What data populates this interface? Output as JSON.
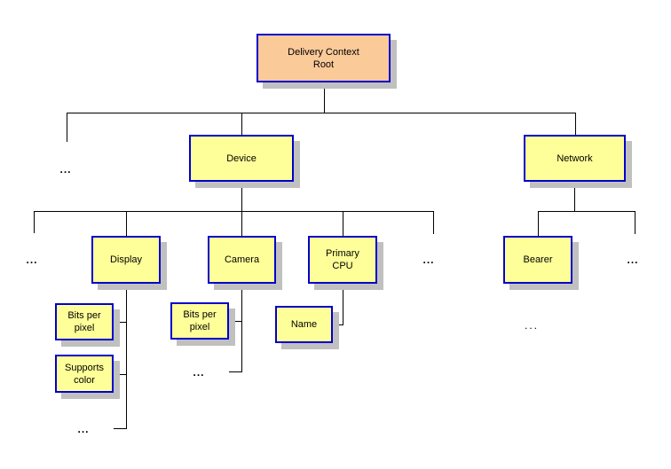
{
  "diagram": {
    "description": "Delivery context hierarchy tree diagram",
    "colors": {
      "root_fill": "#FBCA99",
      "node_fill": "#FFFF99",
      "node_border": "#0000CC",
      "shadow": "#C0C0C0",
      "connector": "#000000",
      "background": "#FFFFFF"
    },
    "nodes": {
      "root": {
        "label_line1": "Delivery Context",
        "label_line2": "Root"
      },
      "device": {
        "label": "Device"
      },
      "network": {
        "label": "Network"
      },
      "display": {
        "label": "Display"
      },
      "camera": {
        "label": "Camera"
      },
      "primary_cpu": {
        "label_line1": "Primary",
        "label_line2": "CPU"
      },
      "bearer": {
        "label": "Bearer"
      },
      "display_bits_per_pixel": {
        "label_line1": "Bits per",
        "label_line2": "pixel"
      },
      "supports_color": {
        "label_line1": "Supports",
        "label_line2": "color"
      },
      "camera_bits_per_pixel": {
        "label_line1": "Bits per",
        "label_line2": "pixel"
      },
      "name": {
        "label": "Name"
      }
    },
    "ellipses": {
      "top_level_left": "...",
      "device_children_left": "...",
      "device_children_right": "...",
      "network_children_right": "...",
      "camera_children": "...",
      "display_children": "...",
      "bearer_children": "..."
    }
  }
}
